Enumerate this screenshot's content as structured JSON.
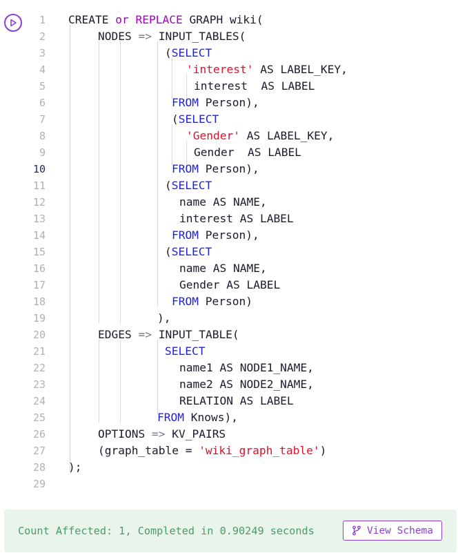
{
  "editor": {
    "run_icon": "play-circle-icon",
    "active_line": 10,
    "line_numbers": [
      "1",
      "2",
      "3",
      "4",
      "5",
      "6",
      "7",
      "8",
      "9",
      "10",
      "11",
      "12",
      "13",
      "14",
      "15",
      "16",
      "17",
      "18",
      "19",
      "20",
      "21",
      "22",
      "23",
      "24",
      "25",
      "26",
      "27",
      "28",
      "29"
    ],
    "code": {
      "l1": {
        "a": "CREATE ",
        "b": "or",
        "c": " ",
        "d": "REPLACE",
        "e": " GRAPH wiki("
      },
      "l2": {
        "a": "NODES ",
        "b": "=>",
        "c": " INPUT_TABLES("
      },
      "l3": {
        "a": "(",
        "b": "SELECT"
      },
      "l4": {
        "a": "'interest'",
        "b": " AS LABEL_KEY,"
      },
      "l5": {
        "a": "interest  AS LABEL"
      },
      "l6": {
        "a": "FROM",
        "b": " Person),"
      },
      "l7": {
        "a": "(",
        "b": "SELECT"
      },
      "l8": {
        "a": "'Gender'",
        "b": " AS LABEL_KEY,"
      },
      "l9": {
        "a": "Gender  AS LABEL"
      },
      "l10": {
        "a": "FROM",
        "b": " Person),"
      },
      "l11": {
        "a": "(",
        "b": "SELECT"
      },
      "l12": {
        "a": "name AS NAME,"
      },
      "l13": {
        "a": "interest AS LABEL"
      },
      "l14": {
        "a": "FROM",
        "b": " Person),"
      },
      "l15": {
        "a": "(",
        "b": "SELECT"
      },
      "l16": {
        "a": "name AS NAME,"
      },
      "l17": {
        "a": "Gender AS LABEL"
      },
      "l18": {
        "a": "FROM",
        "b": " Person)"
      },
      "l19": {
        "a": "),"
      },
      "l20": {
        "a": "EDGES ",
        "b": "=>",
        "c": " INPUT_TABLE("
      },
      "l21": {
        "a": "SELECT"
      },
      "l22": {
        "a": "name1 AS NODE1_NAME,"
      },
      "l23": {
        "a": "name2 AS NODE2_NAME,"
      },
      "l24": {
        "a": "RELATION AS LABEL"
      },
      "l25": {
        "a": "FROM",
        "b": " Knows),"
      },
      "l26": {
        "a": "OPTIONS ",
        "b": "=>",
        "c": " KV_PAIRS"
      },
      "l27": {
        "a": "(graph_table = ",
        "b": "'wiki_graph_table'",
        "c": ")"
      },
      "l28": {
        "a": ");"
      },
      "l29": {
        "a": ""
      }
    }
  },
  "result": {
    "message": "Count Affected: 1, Completed in 0.90249 seconds",
    "view_schema_label": "View Schema",
    "view_schema_icon": "branch-icon"
  },
  "colors": {
    "keyword": "#2020e0",
    "keyword_alt": "#a000c8",
    "string": "#e0102a",
    "accent": "#8b3fd9",
    "result_bg": "#e9f4ea",
    "result_text": "#4a9a6a"
  }
}
